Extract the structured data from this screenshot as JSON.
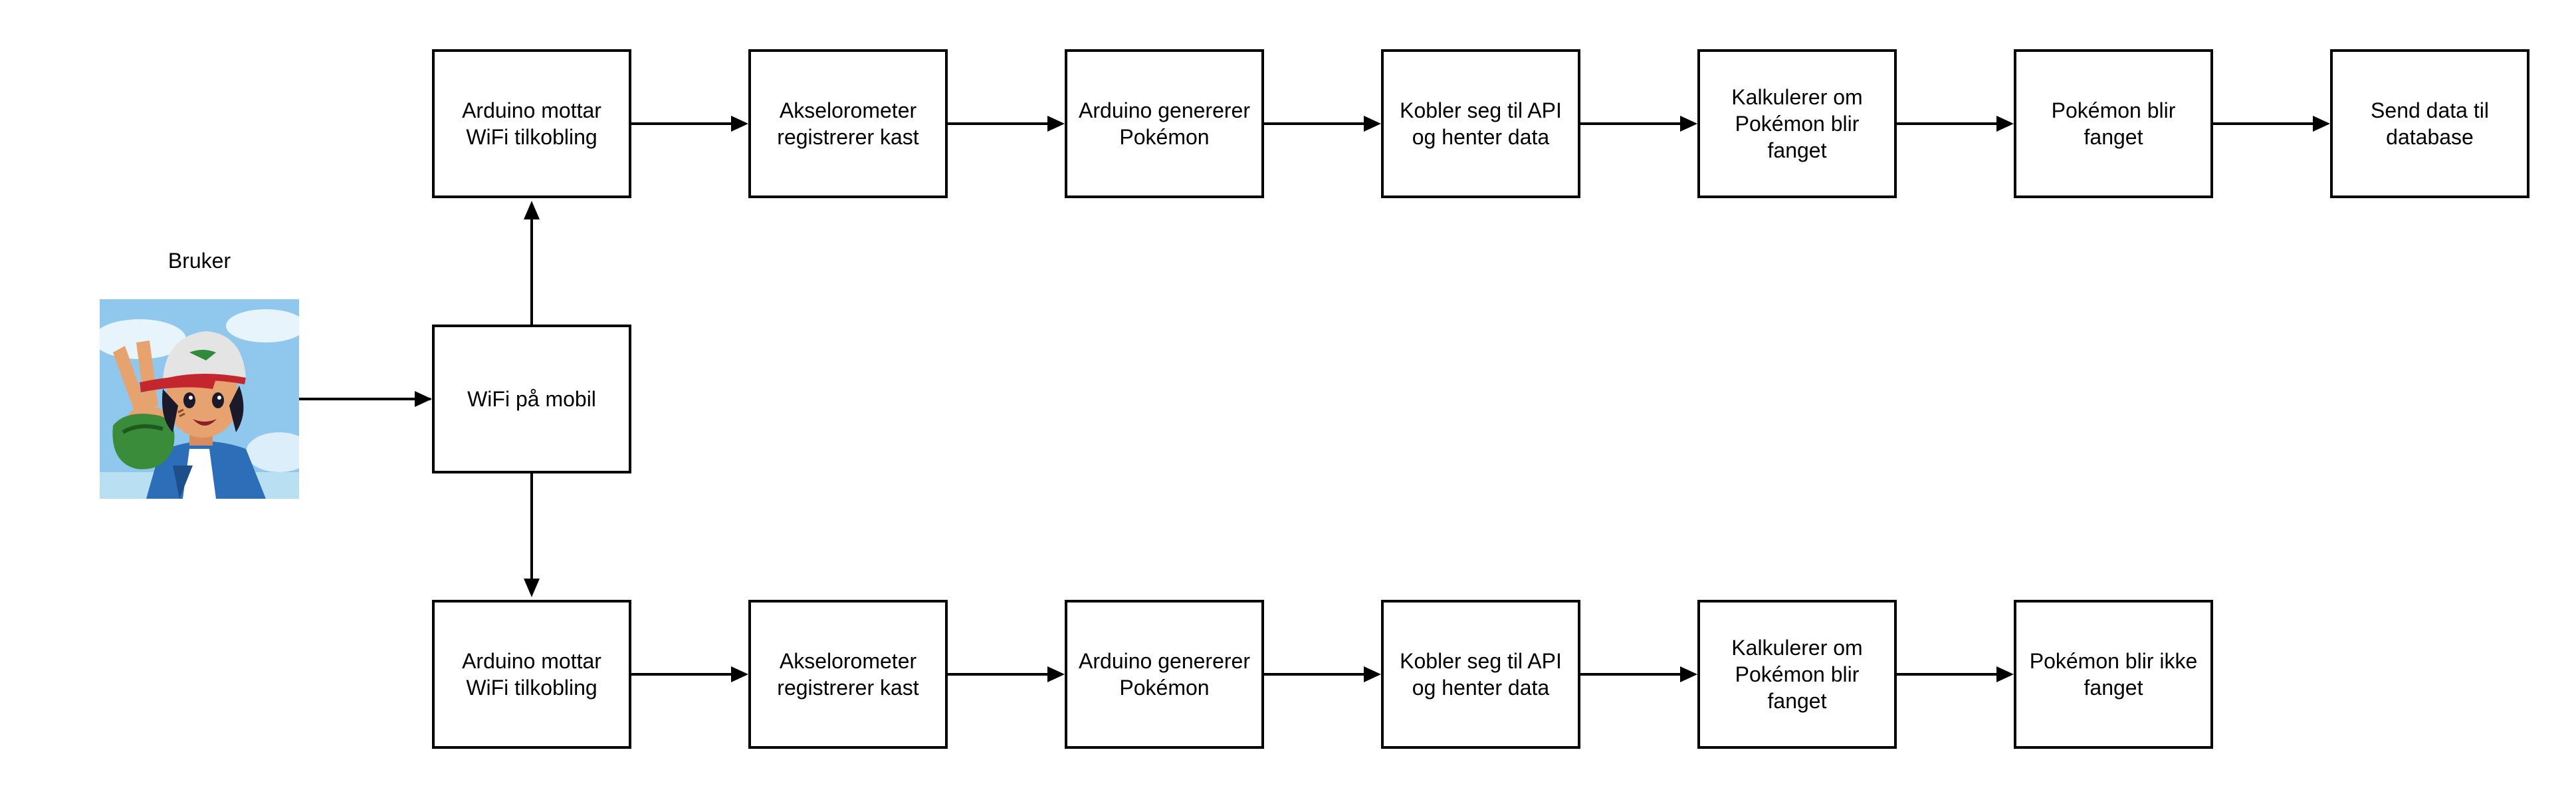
{
  "user": {
    "label": "Bruker",
    "avatar_icon": "cartoon-trainer-avatar"
  },
  "hub": {
    "label": "WiFi på mobil"
  },
  "top_row": [
    {
      "label": "Arduino mottar\nWiFi tilkobling"
    },
    {
      "label": "Akselorometer\nregistrerer kast"
    },
    {
      "label": "Arduino genererer\nPokémon"
    },
    {
      "label": "Kobler seg til API\nog henter data"
    },
    {
      "label": "Kalkulerer om\nPokémon blir\nfanget"
    },
    {
      "label": "Pokémon blir\nfanget"
    },
    {
      "label": "Send data til\ndatabase"
    }
  ],
  "bottom_row": [
    {
      "label": "Arduino mottar\nWiFi tilkobling"
    },
    {
      "label": "Akselorometer\nregistrerer kast"
    },
    {
      "label": "Arduino genererer\nPokémon"
    },
    {
      "label": "Kobler seg til API\nog henter data"
    },
    {
      "label": "Kalkulerer om\nPokémon blir\nfanget"
    },
    {
      "label": "Pokémon blir ikke\nfanget"
    }
  ],
  "colors": {
    "stroke": "#000000",
    "background": "#ffffff"
  }
}
